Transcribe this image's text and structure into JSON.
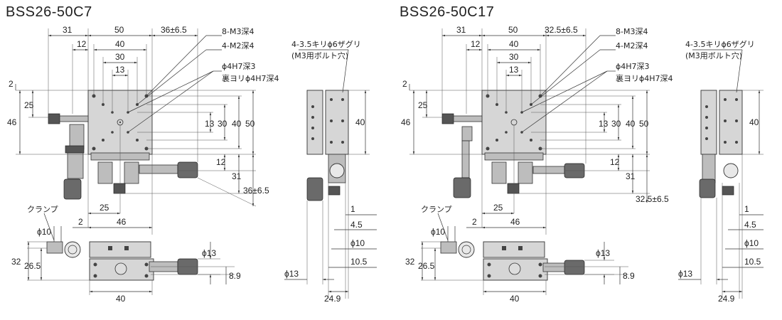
{
  "left": {
    "title": "BSS26-50C7",
    "dims": {
      "w31": "31",
      "w50": "50",
      "w36": "36±6.5",
      "w12": "12",
      "w40": "40",
      "w30": "30",
      "w13": "13",
      "h2": "2",
      "h25": "25",
      "h46": "46",
      "v13": "13",
      "v30": "30",
      "v40": "40",
      "v50": "50",
      "v12": "12",
      "v31": "31",
      "v36": "36±6.5",
      "b25": "25",
      "b2": "2",
      "b46": "46",
      "phi10": "ϕ10",
      "s32": "32",
      "s26": "26.5",
      "phi13": "ϕ13",
      "s89": "8.9",
      "b40": "40"
    },
    "callouts": {
      "m3": "8-M3深4",
      "m2": "4-M2深4",
      "h7": "ϕ4H7深3",
      "h7b": "裏ヨリϕ4H7深4"
    },
    "clamp": "クランプ",
    "side": {
      "note1": "4-3.5キリϕ6ザグリ",
      "note2": "(M3用ボルト穴)",
      "v40": "40",
      "d1": "1",
      "d45": "4.5",
      "d10": "ϕ10",
      "d105": "10.5",
      "d13": "ϕ13",
      "d249": "24.9"
    }
  },
  "right": {
    "title": "BSS26-50C17",
    "dims": {
      "w31": "31",
      "w50": "50",
      "w32": "32.5±6.5",
      "w12": "12",
      "w40": "40",
      "w30": "30",
      "w13": "13",
      "h2": "2",
      "h25": "25",
      "h46": "46",
      "v13": "13",
      "v30": "30",
      "v40": "40",
      "v50": "50",
      "v12": "12",
      "v31": "31",
      "v32": "32.5±6.5",
      "b25": "25",
      "b2": "2",
      "b46": "46",
      "phi10": "ϕ10",
      "s32": "32",
      "s26": "26.5",
      "phi13": "ϕ13",
      "s89": "8.9",
      "b40": "40"
    },
    "callouts": {
      "m3": "8-M3深4",
      "m2": "4-M2深4",
      "h7": "ϕ4H7深3",
      "h7b": "裏ヨリϕ4H7深4"
    },
    "clamp": "クランプ",
    "side": {
      "note1": "4-3.5キリϕ6ザグリ",
      "note2": "(M3用ボルト穴)",
      "v40": "40",
      "d1": "1",
      "d45": "4.5",
      "d10": "ϕ10",
      "d105": "10.5",
      "d13": "ϕ13",
      "d249": "24.9"
    }
  }
}
